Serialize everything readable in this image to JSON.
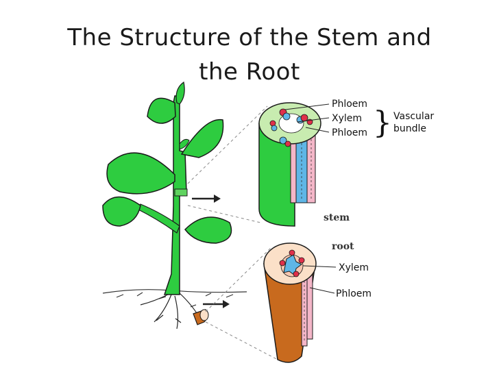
{
  "title": {
    "line1": "The Structure of the Stem and",
    "line2": "the Root"
  },
  "stem_section": {
    "labels": [
      "Phloem",
      "Xylem",
      "Phloem"
    ],
    "group_label_line1": "Vascular",
    "group_label_line2": "bundle",
    "caption": "stem"
  },
  "root_section": {
    "caption": "root",
    "labels": [
      "Xylem",
      "Phloem"
    ]
  },
  "colors": {
    "stem_green": "#2ecc40",
    "cortex_light": "#c8ecb0",
    "xylem_blue": "#5fb6e6",
    "phloem_red": "#e0304a",
    "phloem_pink": "#f4b6c8",
    "root_brown": "#c86a1e",
    "root_inner": "#fbe0c8"
  }
}
